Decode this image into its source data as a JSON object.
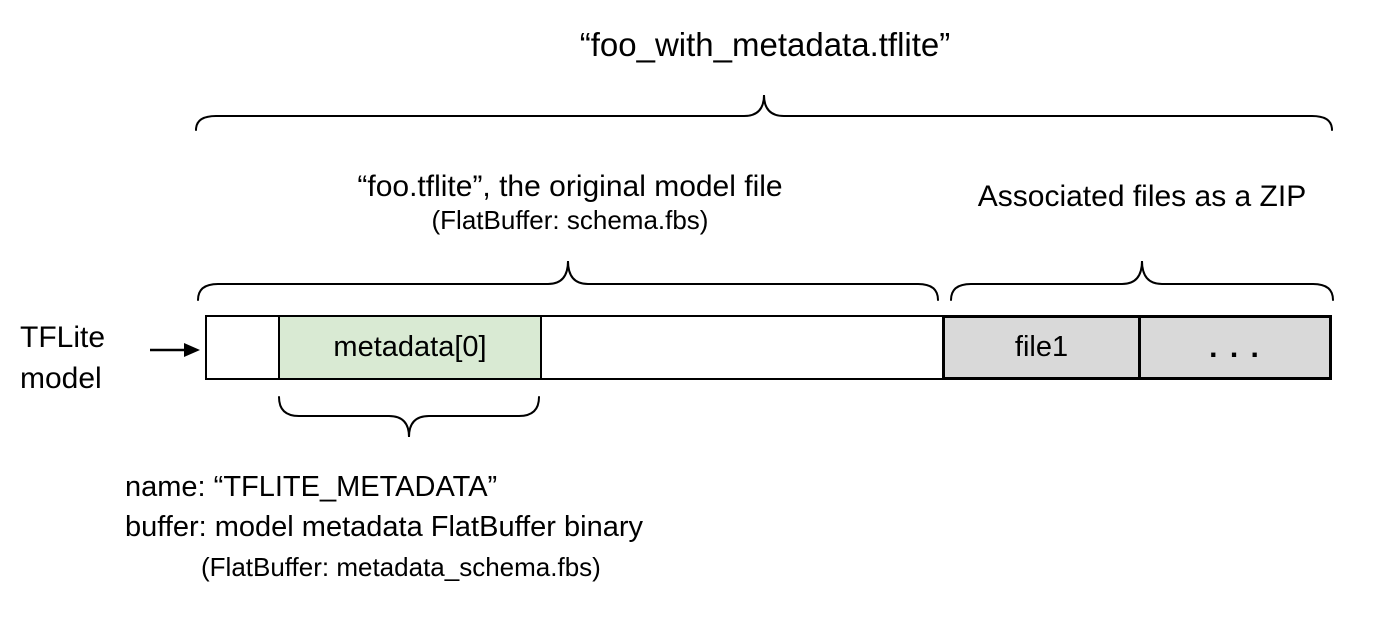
{
  "title": "“foo_with_metadata.tflite”",
  "model_section": {
    "label": "“foo.tflite”, the original model file",
    "sublabel": "(FlatBuffer: schema.fbs)"
  },
  "zip_section": {
    "label": "Associated files as a ZIP"
  },
  "model_pointer": {
    "line1": "TFLite",
    "line2": "model"
  },
  "bar": {
    "segments": [
      {
        "label": "",
        "kind": "empty"
      },
      {
        "label": "metadata[0]",
        "kind": "metadata"
      },
      {
        "label": "",
        "kind": "empty"
      },
      {
        "label": "file1",
        "kind": "associated-file"
      },
      {
        "label": ". . .",
        "kind": "associated-file"
      }
    ]
  },
  "metadata_annotation": {
    "name_line": "name: “TFLITE_METADATA”",
    "buffer_line": "buffer: model metadata FlatBuffer binary",
    "schema_line": "(FlatBuffer: metadata_schema.fbs)"
  },
  "colors": {
    "metadata_fill": "#d9ead3",
    "associated_fill": "#d9d9d9",
    "stroke": "#000000"
  }
}
